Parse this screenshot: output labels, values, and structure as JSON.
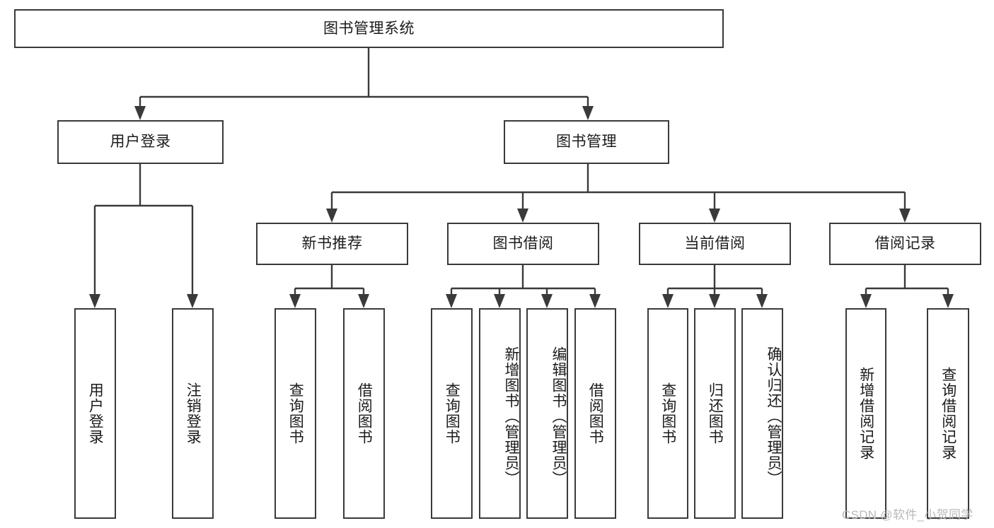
{
  "diagram": {
    "type": "hierarchy-tree",
    "title": "图书管理系统",
    "root": {
      "label": "图书管理系统"
    },
    "level2": [
      {
        "label": "用户登录"
      },
      {
        "label": "图书管理"
      }
    ],
    "level3": [
      {
        "label": "新书推荐"
      },
      {
        "label": "图书借阅"
      },
      {
        "label": "当前借阅"
      },
      {
        "label": "借阅记录"
      }
    ],
    "leaves": {
      "user_login": [
        {
          "label": "用户登录"
        },
        {
          "label": "注销登录"
        }
      ],
      "new_book_recommend": [
        {
          "label": "查询图书"
        },
        {
          "label": "借阅图书"
        }
      ],
      "book_borrow": [
        {
          "label": "查询图书"
        },
        {
          "label": "新增图书（管理员）"
        },
        {
          "label": "编辑图书（管理员）"
        },
        {
          "label": "借阅图书"
        }
      ],
      "current_borrow": [
        {
          "label": "查询图书"
        },
        {
          "label": "归还图书"
        },
        {
          "label": "确认归还（管理员）"
        }
      ],
      "borrow_record": [
        {
          "label": "新增借阅记录"
        },
        {
          "label": "查询借阅记录"
        }
      ]
    }
  },
  "watermark": {
    "text": "CSDN @软件_小贺同学"
  },
  "colors": {
    "border": "#3a3a3a",
    "background": "#ffffff",
    "text": "#1b1b1b",
    "watermark": "#b9b9b9"
  }
}
